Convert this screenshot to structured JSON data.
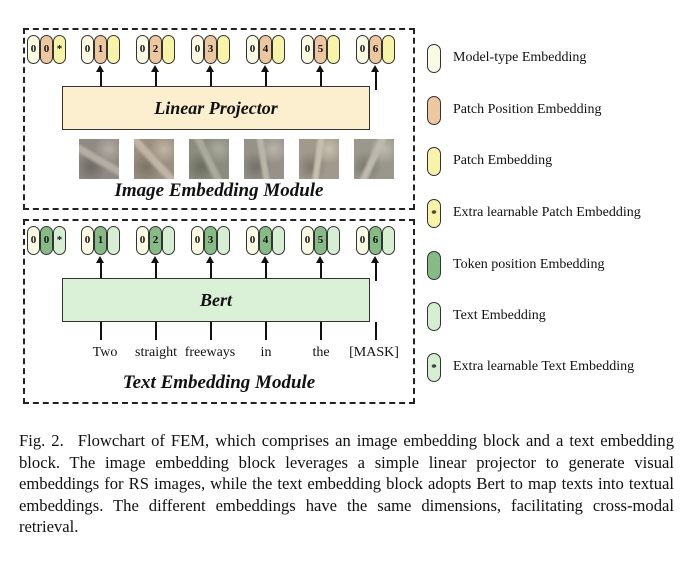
{
  "colors": {
    "model_type": "#fbfbe4",
    "patch_position": "#ecc79f",
    "patch": "#f7f3a9",
    "extra_patch": "#f7f3a9",
    "token_position": "#86bb86",
    "text": "#d6eed2",
    "extra_text": "#d6eed2"
  },
  "image_module": {
    "title": "Image Embedding Module",
    "projector": "Linear Projector",
    "extra_group": [
      "0",
      "0",
      "*"
    ],
    "groups": [
      [
        "0",
        "1"
      ],
      [
        "0",
        "2"
      ],
      [
        "0",
        "3"
      ],
      [
        "0",
        "4"
      ],
      [
        "0",
        "5"
      ],
      [
        "0",
        "6"
      ]
    ]
  },
  "text_module": {
    "title": "Text Embedding Module",
    "encoder": "Bert",
    "extra_group": [
      "0",
      "0",
      "*"
    ],
    "groups": [
      [
        "0",
        "1"
      ],
      [
        "0",
        "2"
      ],
      [
        "0",
        "3"
      ],
      [
        "0",
        "4"
      ],
      [
        "0",
        "5"
      ],
      [
        "0",
        "6"
      ]
    ],
    "words": [
      "Two",
      "straight",
      "freeways",
      "in",
      "the",
      "[MASK]"
    ]
  },
  "legend": [
    {
      "label": "Model-type Embedding",
      "symbol": ""
    },
    {
      "label": "Patch Position Embedding",
      "symbol": ""
    },
    {
      "label": "Patch Embedding",
      "symbol": ""
    },
    {
      "label": "Extra learnable Patch Embedding",
      "symbol": "*"
    },
    {
      "label": "Token position Embedding",
      "symbol": ""
    },
    {
      "label": "Text Embedding",
      "symbol": ""
    },
    {
      "label": "Extra learnable Text Embedding",
      "symbol": "*"
    }
  ],
  "caption": {
    "fig_label": "Fig. 2.",
    "text": "Flowchart of FEM, which comprises an image embedding block and a text embedding block. The image embedding block leverages a simple linear projector to generate visual embeddings for RS images, while the text embedding block adopts Bert to map texts into textual embeddings. The different embeddings have the same dimensions, facilitating cross-modal retrieval."
  }
}
